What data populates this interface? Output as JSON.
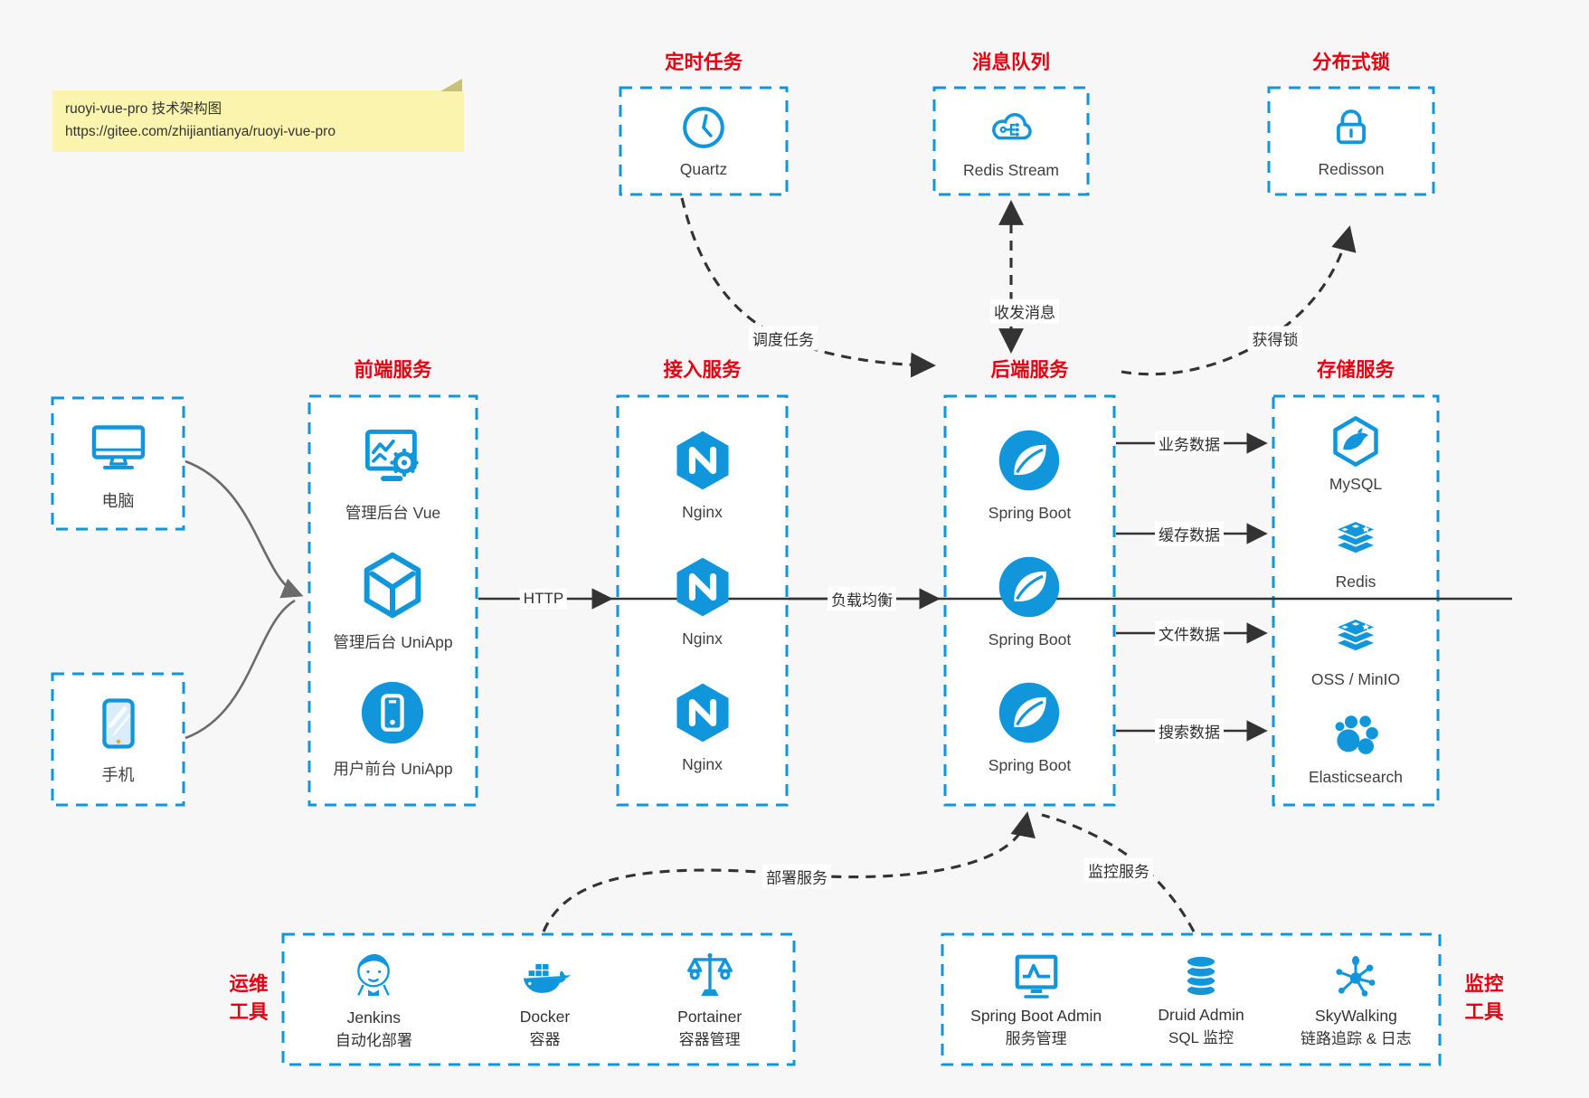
{
  "canvas": {
    "bg": "#f7f7f7",
    "accent_blue": "#1296db",
    "accent_red": "#e60012",
    "line_dark": "#333333",
    "client_line_gray": "#6b6b6b"
  },
  "note": {
    "line1": "ruoyi-vue-pro 技术架构图",
    "line2": "https://gitee.com/zhijiantianya/ruoyi-vue-pro"
  },
  "top_groups": [
    {
      "title": "定时任务",
      "icon": "clock-icon",
      "label": "Quartz"
    },
    {
      "title": "消息队列",
      "icon": "redis-stream-cloud-icon",
      "label": "Redis Stream"
    },
    {
      "title": "分布式锁",
      "icon": "padlock-icon",
      "label": "Redisson"
    }
  ],
  "clients": [
    {
      "icon": "desktop-computer-icon",
      "label": "电脑"
    },
    {
      "icon": "smartphone-icon",
      "label": "手机"
    }
  ],
  "columns": [
    {
      "title": "前端服务",
      "items": [
        {
          "icon": "admin-vue-dashboard-icon",
          "label": "管理后台 Vue"
        },
        {
          "icon": "uniapp-cube-icon",
          "label": "管理后台 UniApp"
        },
        {
          "icon": "user-app-phone-icon",
          "label": "用户前台 UniApp"
        }
      ]
    },
    {
      "title": "接入服务",
      "items": [
        {
          "icon": "nginx-icon",
          "label": "Nginx"
        },
        {
          "icon": "nginx-icon",
          "label": "Nginx"
        },
        {
          "icon": "nginx-icon",
          "label": "Nginx"
        }
      ]
    },
    {
      "title": "后端服务",
      "items": [
        {
          "icon": "spring-boot-icon",
          "label": "Spring Boot"
        },
        {
          "icon": "spring-boot-icon",
          "label": "Spring Boot"
        },
        {
          "icon": "spring-boot-icon",
          "label": "Spring Boot"
        }
      ]
    },
    {
      "title": "存储服务",
      "items": [
        {
          "icon": "mysql-icon",
          "label": "MySQL"
        },
        {
          "icon": "redis-stack-icon",
          "label": "Redis"
        },
        {
          "icon": "storage-stack-icon",
          "label": "OSS / MinIO"
        },
        {
          "icon": "elasticsearch-icon",
          "label": "Elasticsearch"
        }
      ]
    }
  ],
  "bottom_groups": [
    {
      "side_label": [
        "运维",
        "工具"
      ],
      "items": [
        {
          "icon": "jenkins-icon",
          "title": "Jenkins",
          "subtitle": "自动化部署"
        },
        {
          "icon": "docker-icon",
          "title": "Docker",
          "subtitle": "容器"
        },
        {
          "icon": "portainer-icon",
          "title": "Portainer",
          "subtitle": "容器管理"
        }
      ]
    },
    {
      "side_label": [
        "监控",
        "工具"
      ],
      "items": [
        {
          "icon": "spring-boot-admin-icon",
          "title": "Spring Boot Admin",
          "subtitle": "服务管理"
        },
        {
          "icon": "druid-icon",
          "title": "Druid Admin",
          "subtitle": "SQL 监控"
        },
        {
          "icon": "skywalking-icon",
          "title": "SkyWalking",
          "subtitle": "链路追踪 & 日志"
        }
      ]
    }
  ],
  "edge_labels": {
    "http": "HTTP",
    "load_balance": "负载均衡",
    "schedule_job": "调度任务",
    "send_receive_message": "收发消息",
    "acquire_lock": "获得锁",
    "business_data": "业务数据",
    "cache_data": "缓存数据",
    "file_data": "文件数据",
    "search_data": "搜索数据",
    "deploy_service": "部署服务",
    "monitor_service": "监控服务"
  }
}
